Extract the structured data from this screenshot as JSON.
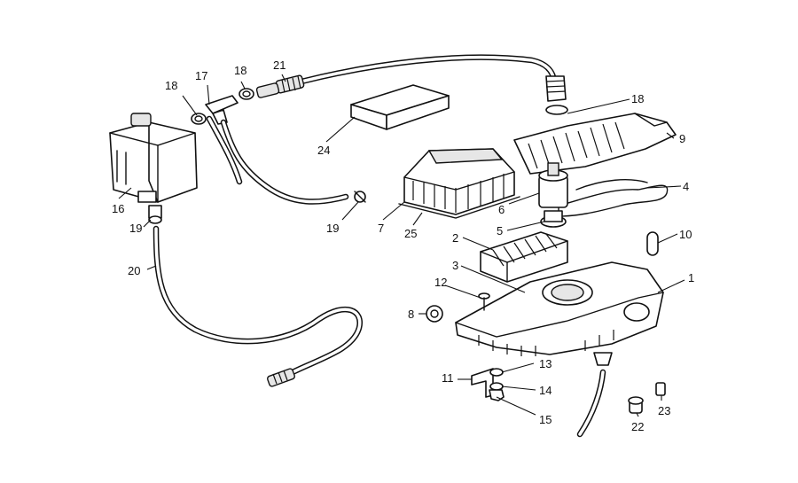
{
  "callouts": [
    {
      "id": "c1",
      "text": "1"
    },
    {
      "id": "c2",
      "text": "2"
    },
    {
      "id": "c3",
      "text": "3"
    },
    {
      "id": "c4",
      "text": "4"
    },
    {
      "id": "c5",
      "text": "5"
    },
    {
      "id": "c6",
      "text": "6"
    },
    {
      "id": "c7",
      "text": "7"
    },
    {
      "id": "c8",
      "text": "8"
    },
    {
      "id": "c9",
      "text": "9"
    },
    {
      "id": "c10",
      "text": "10"
    },
    {
      "id": "c11",
      "text": "11"
    },
    {
      "id": "c12",
      "text": "12"
    },
    {
      "id": "c13",
      "text": "13"
    },
    {
      "id": "c14",
      "text": "14"
    },
    {
      "id": "c15",
      "text": "15"
    },
    {
      "id": "c16",
      "text": "16"
    },
    {
      "id": "c17",
      "text": "17"
    },
    {
      "id": "c18a",
      "text": "18"
    },
    {
      "id": "c18b",
      "text": "18"
    },
    {
      "id": "c18c",
      "text": "18"
    },
    {
      "id": "c19a",
      "text": "19"
    },
    {
      "id": "c19b",
      "text": "19"
    },
    {
      "id": "c20",
      "text": "20"
    },
    {
      "id": "c21",
      "text": "21"
    },
    {
      "id": "c22",
      "text": "22"
    },
    {
      "id": "c23",
      "text": "23"
    },
    {
      "id": "c24",
      "text": "24"
    },
    {
      "id": "c25",
      "text": "25"
    }
  ]
}
